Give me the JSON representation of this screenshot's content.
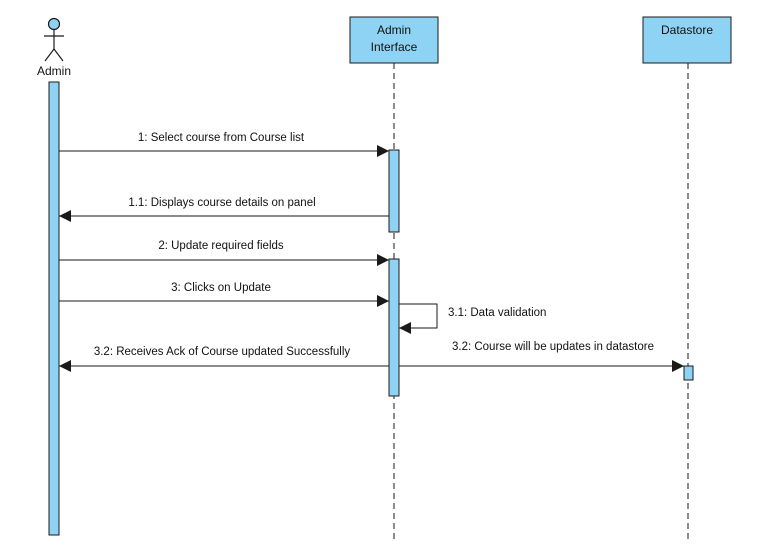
{
  "colors": {
    "fill": "#8fd3f4",
    "stroke": "#1a1a1a",
    "text": "#111111",
    "background": "#ffffff"
  },
  "participants": {
    "admin": {
      "label": "Admin",
      "kind": "actor"
    },
    "admin_interface": {
      "label_line1": "Admin",
      "label_line2": "Interface",
      "kind": "box"
    },
    "datastore": {
      "label": "Datastore",
      "kind": "box"
    }
  },
  "messages": {
    "m1": {
      "text": "1: Select course from Course list",
      "from": "Admin",
      "to": "Admin Interface",
      "type": "sync"
    },
    "m1_1": {
      "text": "1.1: Displays course details on panel",
      "from": "Admin Interface",
      "to": "Admin",
      "type": "return"
    },
    "m2": {
      "text": "2: Update required fields",
      "from": "Admin",
      "to": "Admin Interface",
      "type": "sync"
    },
    "m3": {
      "text": "3: Clicks on Update",
      "from": "Admin",
      "to": "Admin Interface",
      "type": "sync"
    },
    "m3_1": {
      "text": "3.1: Data validation",
      "from": "Admin Interface",
      "to": "Admin Interface",
      "type": "self"
    },
    "m3_2_ack": {
      "text": "3.2: Receives Ack of Course updated Successfully",
      "from": "Admin Interface",
      "to": "Admin",
      "type": "return"
    },
    "m3_2_store": {
      "text": "3.2: Course will be updates in  datastore",
      "from": "Admin Interface",
      "to": "Datastore",
      "type": "sync"
    }
  }
}
